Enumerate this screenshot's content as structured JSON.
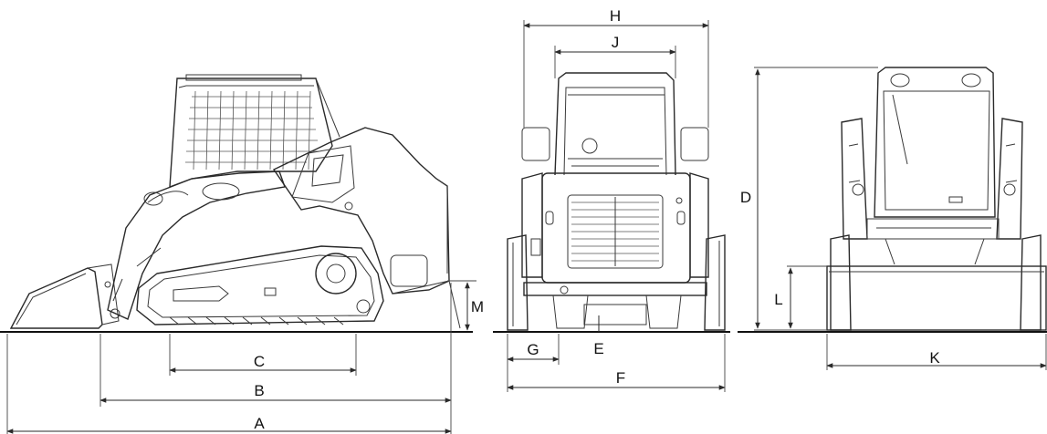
{
  "dimension_labels": {
    "A": "A",
    "B": "B",
    "C": "C",
    "D": "D",
    "E": "E",
    "F": "F",
    "G": "G",
    "H": "H",
    "J": "J",
    "K": "K",
    "L": "L",
    "M": "M"
  },
  "colors": {
    "line": "#2a2a2a",
    "background": "#ffffff"
  }
}
